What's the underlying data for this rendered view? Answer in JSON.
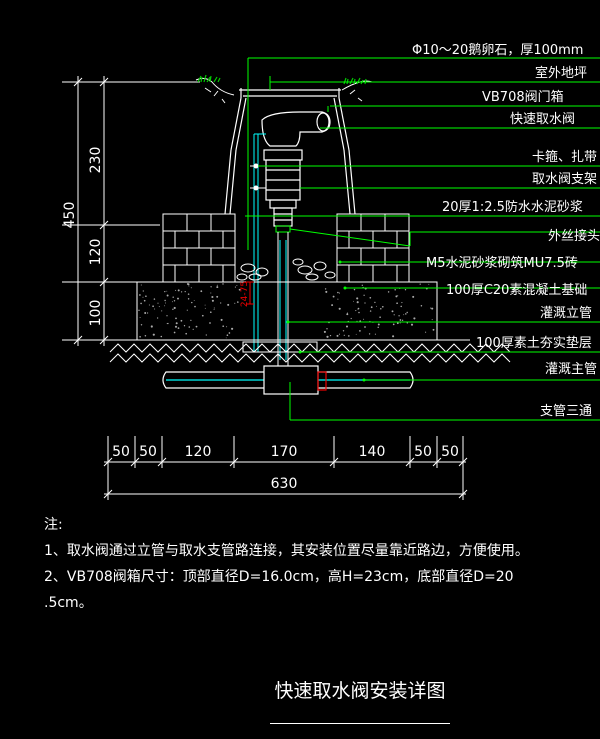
{
  "labels": [
    "Φ10～20鹅卵石，厚100mm",
    "室外地坪",
    "VB708阀门箱",
    "快速取水阀",
    "卡箍、扎带",
    "取水阀支架",
    "20厚1:2.5防水水泥砂浆",
    "外丝接头",
    "M5水泥砂浆砌筑MU7.5砖",
    "100厚C20素混凝土基础",
    "灌溉立管",
    "100厚素土夯实垫层",
    "灌溉主管",
    "支管三通"
  ],
  "dims_vertical": [
    "230",
    "120",
    "100",
    "450"
  ],
  "dims_horizontal": [
    "50",
    "50",
    "120",
    "170",
    "140",
    "50",
    "50",
    "630"
  ],
  "small_dim": "24-75",
  "notes": {
    "heading": "注:",
    "items": [
      "1、取水阀通过立管与取水支管路连接，其安装位置尽量靠近路边，方便使用。",
      "2、VB708阀箱尺寸：顶部直径D=16.0cm，高H=23cm，底部直径D=20",
      ".5cm。"
    ]
  },
  "title": "快速取水阀安装详图",
  "colors": {
    "background": "#000000",
    "lines": "#ffffff",
    "leader": "#00ff00",
    "pipe": "#00ffff",
    "accent": "#ff0000",
    "grass": "#00cc00"
  }
}
